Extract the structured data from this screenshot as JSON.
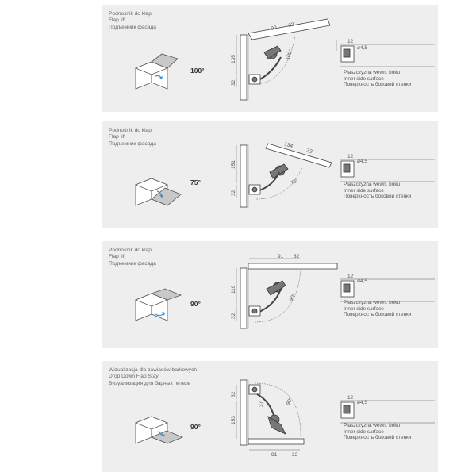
{
  "panels": [
    {
      "title_lines": [
        "Podnośnik do klap",
        "Flap lift",
        "Подъемник фасада"
      ],
      "angle": "100°",
      "dims": {
        "a": "90",
        "b": "32",
        "h": "135",
        "s": "32",
        "arc": "100°",
        "t": "12",
        "d": "ø4,5"
      },
      "surface_lines": [
        "Płaszczyzna wewn. boku",
        "Inner side surface",
        "Поверхность боковой стенки"
      ]
    },
    {
      "title_lines": [
        "Podnośnik do klap",
        "Flap lift",
        "Подъемник фасада"
      ],
      "angle": "75°",
      "dims": {
        "a": "134",
        "b": "32",
        "h": "151",
        "s": "32",
        "arc": "75°",
        "t": "12",
        "d": "ø4,5"
      },
      "surface_lines": [
        "Płaszczyzna wewn. boku",
        "Inner side surface",
        "Поверхность боковой стенки"
      ]
    },
    {
      "title_lines": [
        "Podnośnik do klap",
        "Flap lift",
        "Подъемник фасада"
      ],
      "angle": "90°",
      "dims": {
        "a": "91",
        "b": "32",
        "h": "119",
        "s": "32",
        "arc": "90°",
        "t": "12",
        "d": "ø4,5"
      },
      "surface_lines": [
        "Płaszczyzna wewn. boku",
        "Inner side surface",
        "Поверхность боковой стенки"
      ]
    },
    {
      "title_lines": [
        "Wizualizacja dla zawiasów barkowych",
        "Drop Down Flap Stay",
        "Визуализация для барных петель"
      ],
      "angle": "90°",
      "dims": {
        "a": "91",
        "b": "32",
        "h": "153",
        "s": "32",
        "r": "37",
        "arc": "90°",
        "t": "12",
        "d": "ø4,5"
      },
      "surface_lines": [
        "Płaszczyzna wewn. boku",
        "Inner side surface",
        "Поверхность боковой стенки"
      ]
    }
  ]
}
